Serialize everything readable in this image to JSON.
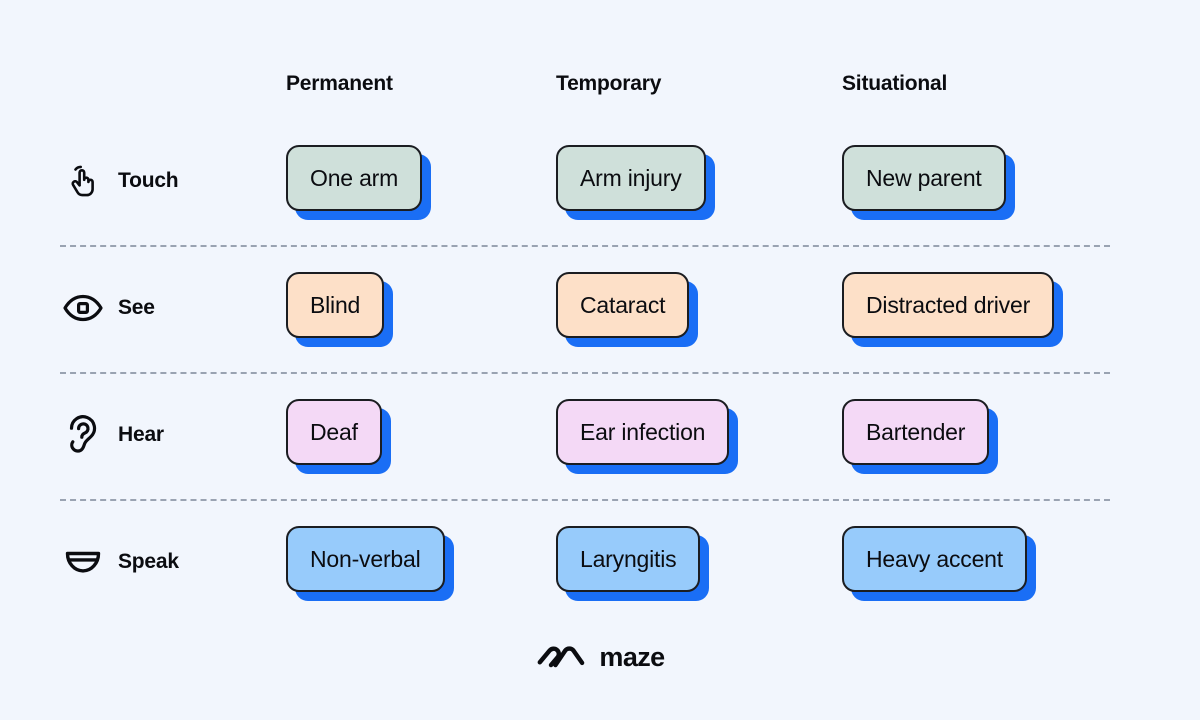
{
  "diagram": {
    "columns": [
      {
        "label": "Permanent"
      },
      {
        "label": "Temporary"
      },
      {
        "label": "Situational"
      }
    ],
    "rows": [
      {
        "key": "touch",
        "label": "Touch",
        "icon": "hand-tap-icon",
        "chip_color": "#cfe0da",
        "cells": [
          "One arm",
          "Arm injury",
          "New parent"
        ]
      },
      {
        "key": "see",
        "label": "See",
        "icon": "eye-icon",
        "chip_color": "#fde0c8",
        "cells": [
          "Blind",
          "Cataract",
          "Distracted driver"
        ]
      },
      {
        "key": "hear",
        "label": "Hear",
        "icon": "ear-icon",
        "chip_color": "#f4d9f6",
        "cells": [
          "Deaf",
          "Ear infection",
          "Bartender"
        ]
      },
      {
        "key": "speak",
        "label": "Speak",
        "icon": "mouth-smile-icon",
        "chip_color": "#97cbfb",
        "cells": [
          "Non-verbal",
          "Laryngitis",
          "Heavy accent"
        ]
      }
    ]
  },
  "brand": {
    "name": "maze",
    "mark": "maze-logo-icon"
  },
  "colors": {
    "background": "#f2f6fd",
    "shadow_blue": "#1a6ef5",
    "outline": "#1b1d21",
    "text": "#0b0c10",
    "divider": "#9aa3b2"
  }
}
